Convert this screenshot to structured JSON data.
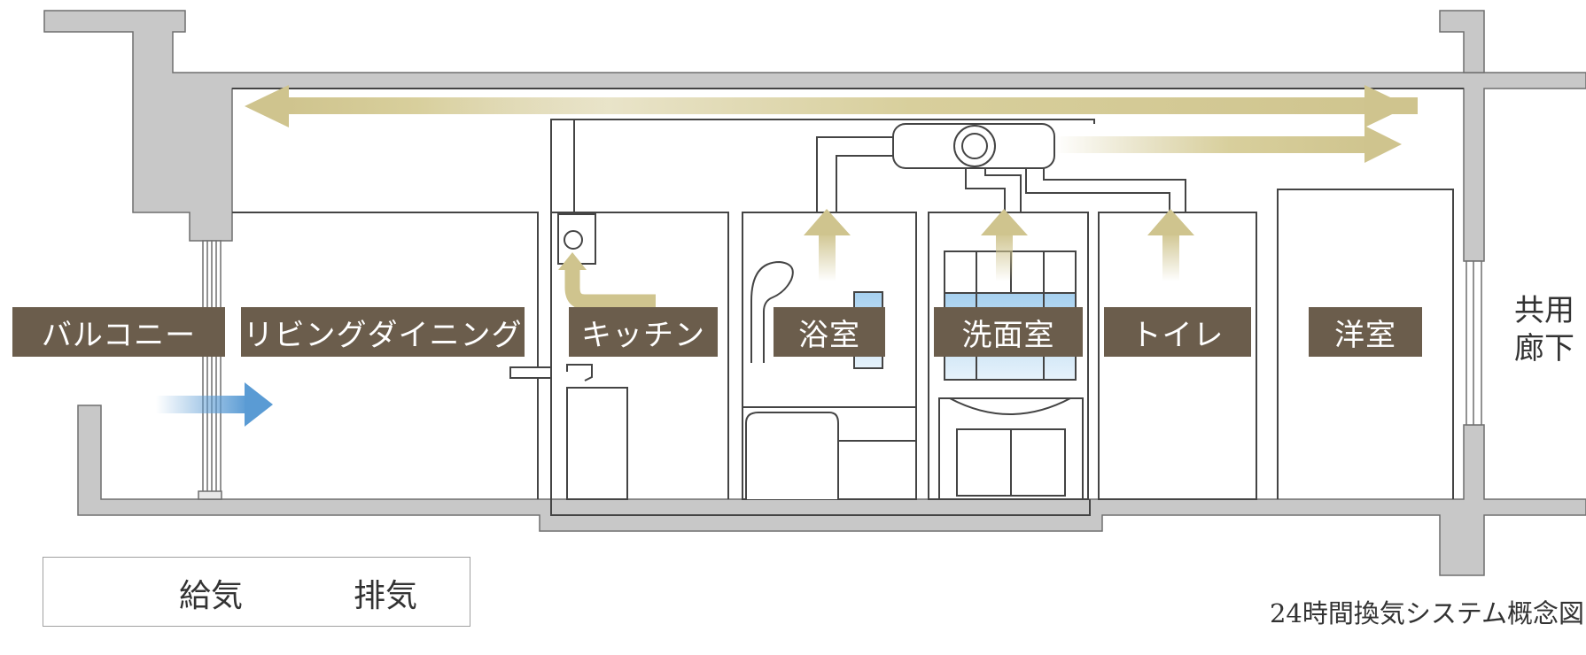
{
  "rooms": [
    {
      "id": "balcony",
      "label": "バルコニー"
    },
    {
      "id": "living",
      "label": "リビングダイニング"
    },
    {
      "id": "kitchen",
      "label": "キッチン"
    },
    {
      "id": "bath",
      "label": "浴室"
    },
    {
      "id": "washroom",
      "label": "洗面室"
    },
    {
      "id": "toilet",
      "label": "トイレ"
    },
    {
      "id": "western",
      "label": "洋室"
    }
  ],
  "corridor": {
    "line1": "共用",
    "line2": "廊下"
  },
  "legend": {
    "supply": "給気",
    "exhaust": "排気"
  },
  "caption": "24時間換気システム概念図",
  "colors": {
    "wall": "#c8c8c8",
    "label_bg": "#6b5d4c",
    "supply_arrow": "#5a9bd4",
    "exhaust_arrow": "#cfc48e",
    "line": "#444444"
  }
}
